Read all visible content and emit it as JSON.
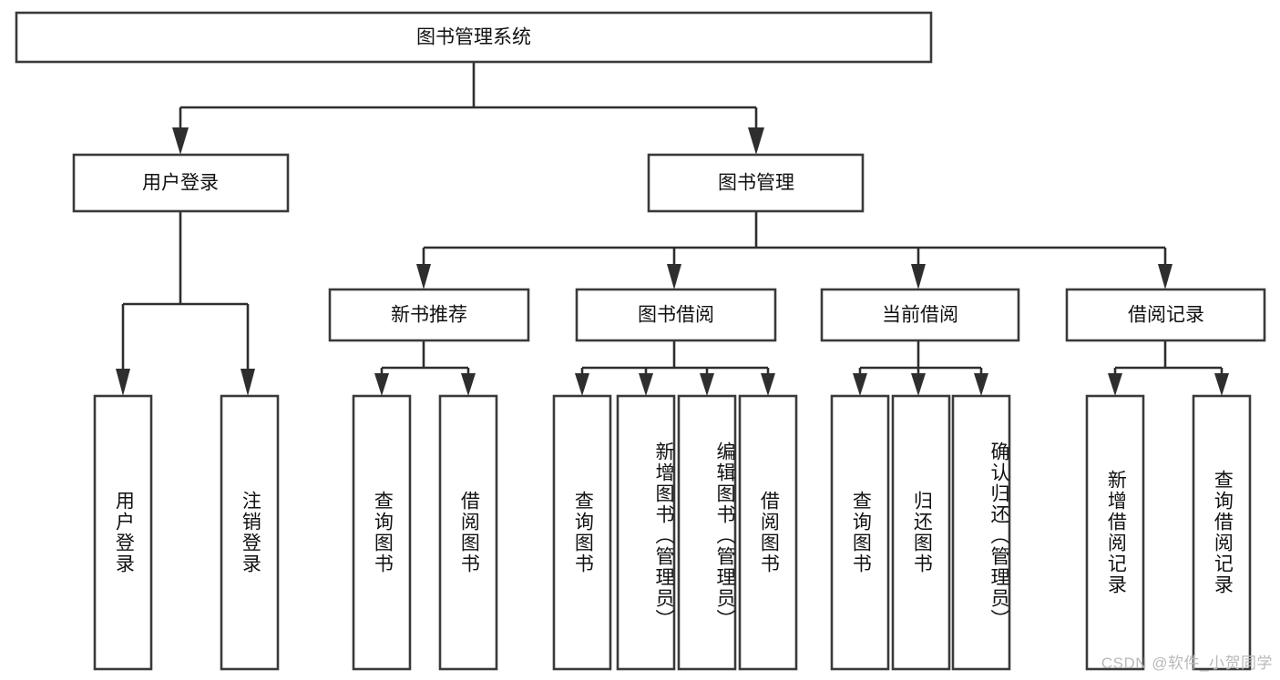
{
  "diagram": {
    "title": "图书管理系统",
    "type": "tree-hierarchy-chart",
    "watermark": "CSDN @软件_小贺同学",
    "colors": {
      "box_stroke": "#3a3a3a",
      "connector": "#2e2e2e",
      "background": "#ffffff",
      "text": "#111111",
      "watermark": "#b9b9b9"
    },
    "root": {
      "id": "root",
      "label": "图书管理系统",
      "orientation": "horizontal"
    },
    "level2": [
      {
        "id": "user-login",
        "label": "用户登录",
        "orientation": "horizontal"
      },
      {
        "id": "book-management",
        "label": "图书管理",
        "orientation": "horizontal"
      }
    ],
    "level3": [
      {
        "id": "new-book-recommend",
        "label": "新书推荐",
        "parent": "book-management",
        "orientation": "horizontal"
      },
      {
        "id": "book-borrow",
        "label": "图书借阅",
        "parent": "book-management",
        "orientation": "horizontal"
      },
      {
        "id": "current-borrow",
        "label": "当前借阅",
        "parent": "book-management",
        "orientation": "horizontal"
      },
      {
        "id": "borrow-record",
        "label": "借阅记录",
        "parent": "book-management",
        "orientation": "horizontal"
      }
    ],
    "leaves": [
      {
        "id": "leaf-user-login",
        "label": "用户登录",
        "parent": "user-login",
        "orientation": "vertical"
      },
      {
        "id": "leaf-logout",
        "label": "注销登录",
        "parent": "user-login",
        "orientation": "vertical"
      },
      {
        "id": "leaf-query-book-1",
        "label": "查询图书",
        "parent": "new-book-recommend",
        "orientation": "vertical"
      },
      {
        "id": "leaf-borrow-book-1",
        "label": "借阅图书",
        "parent": "new-book-recommend",
        "orientation": "vertical"
      },
      {
        "id": "leaf-query-book-2",
        "label": "查询图书",
        "parent": "book-borrow",
        "orientation": "vertical"
      },
      {
        "id": "leaf-add-book",
        "label": "新增图书（管理员）",
        "parent": "book-borrow",
        "orientation": "vertical"
      },
      {
        "id": "leaf-edit-book",
        "label": "编辑图书（管理员）",
        "parent": "book-borrow",
        "orientation": "vertical"
      },
      {
        "id": "leaf-borrow-book-2",
        "label": "借阅图书",
        "parent": "book-borrow",
        "orientation": "vertical"
      },
      {
        "id": "leaf-query-book-3",
        "label": "查询图书",
        "parent": "current-borrow",
        "orientation": "vertical"
      },
      {
        "id": "leaf-return-book",
        "label": "归还图书",
        "parent": "current-borrow",
        "orientation": "vertical"
      },
      {
        "id": "leaf-confirm-return",
        "label": "确认归还（管理员）",
        "parent": "current-borrow",
        "orientation": "vertical"
      },
      {
        "id": "leaf-add-record",
        "label": "新增借阅记录",
        "parent": "borrow-record",
        "orientation": "vertical"
      },
      {
        "id": "leaf-query-record",
        "label": "查询借阅记录",
        "parent": "borrow-record",
        "orientation": "vertical"
      }
    ]
  }
}
